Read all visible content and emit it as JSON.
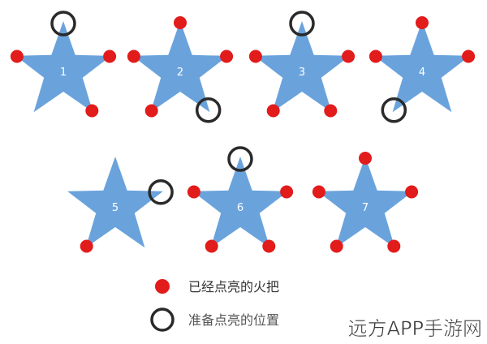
{
  "colors": {
    "star_fill": "#6aa3dc",
    "lit_dot": "#e21b1b",
    "ring": "#2a2a2a",
    "label": "#ffffff",
    "legend_text": "#333333"
  },
  "stars": [
    {
      "label": "1",
      "lit": [
        "top-left",
        "top-right",
        "lower-right"
      ],
      "ring": "top"
    },
    {
      "label": "2",
      "lit": [
        "top",
        "top-left",
        "top-right",
        "lower-left"
      ],
      "ring": "lower-right"
    },
    {
      "label": "3",
      "lit": [
        "top-left",
        "top-right",
        "lower-left",
        "lower-right"
      ],
      "ring": "top"
    },
    {
      "label": "4",
      "lit": [
        "top",
        "top-left",
        "top-right"
      ],
      "ring": "lower-left"
    },
    {
      "label": "5",
      "lit": [
        "lower-left"
      ],
      "ring": "top-right"
    },
    {
      "label": "6",
      "lit": [
        "top-left",
        "top-right",
        "lower-left",
        "lower-right"
      ],
      "ring": "top"
    },
    {
      "label": "7",
      "lit": [
        "top",
        "top-left",
        "top-right",
        "lower-left",
        "lower-right"
      ],
      "ring": "none"
    }
  ],
  "legend": {
    "lit_label": "已经点亮的火把",
    "ring_label": "准备点亮的位置"
  },
  "watermark": "远方APP手游网"
}
